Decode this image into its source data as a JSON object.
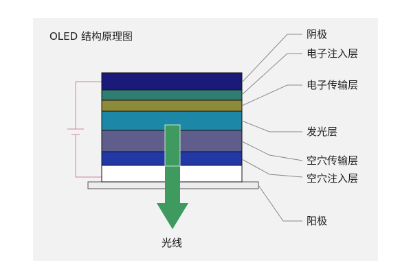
{
  "title": "OLED 结构原理图",
  "layers": {
    "cathode": "阴极",
    "electron_injection": "电子注入层",
    "electron_transport": "电子传输层",
    "emissive": "发光层",
    "hole_transport": "空穴传输层",
    "hole_injection": "空穴注入层",
    "anode": "阳极"
  },
  "light_label": "光线",
  "colors": {
    "panel_background": "#f2f2f2",
    "cathode": "#1a1a7a",
    "electron_injection": "#2e7c72",
    "electron_transport": "#8e8a3b",
    "emissive": "#1c87a6",
    "hole_transport": "#5e5d8c",
    "hole_injection": "#2238a5",
    "anode": "#ffffff",
    "arrow": "#3e9a5e",
    "leader_line": "#c98a96"
  }
}
